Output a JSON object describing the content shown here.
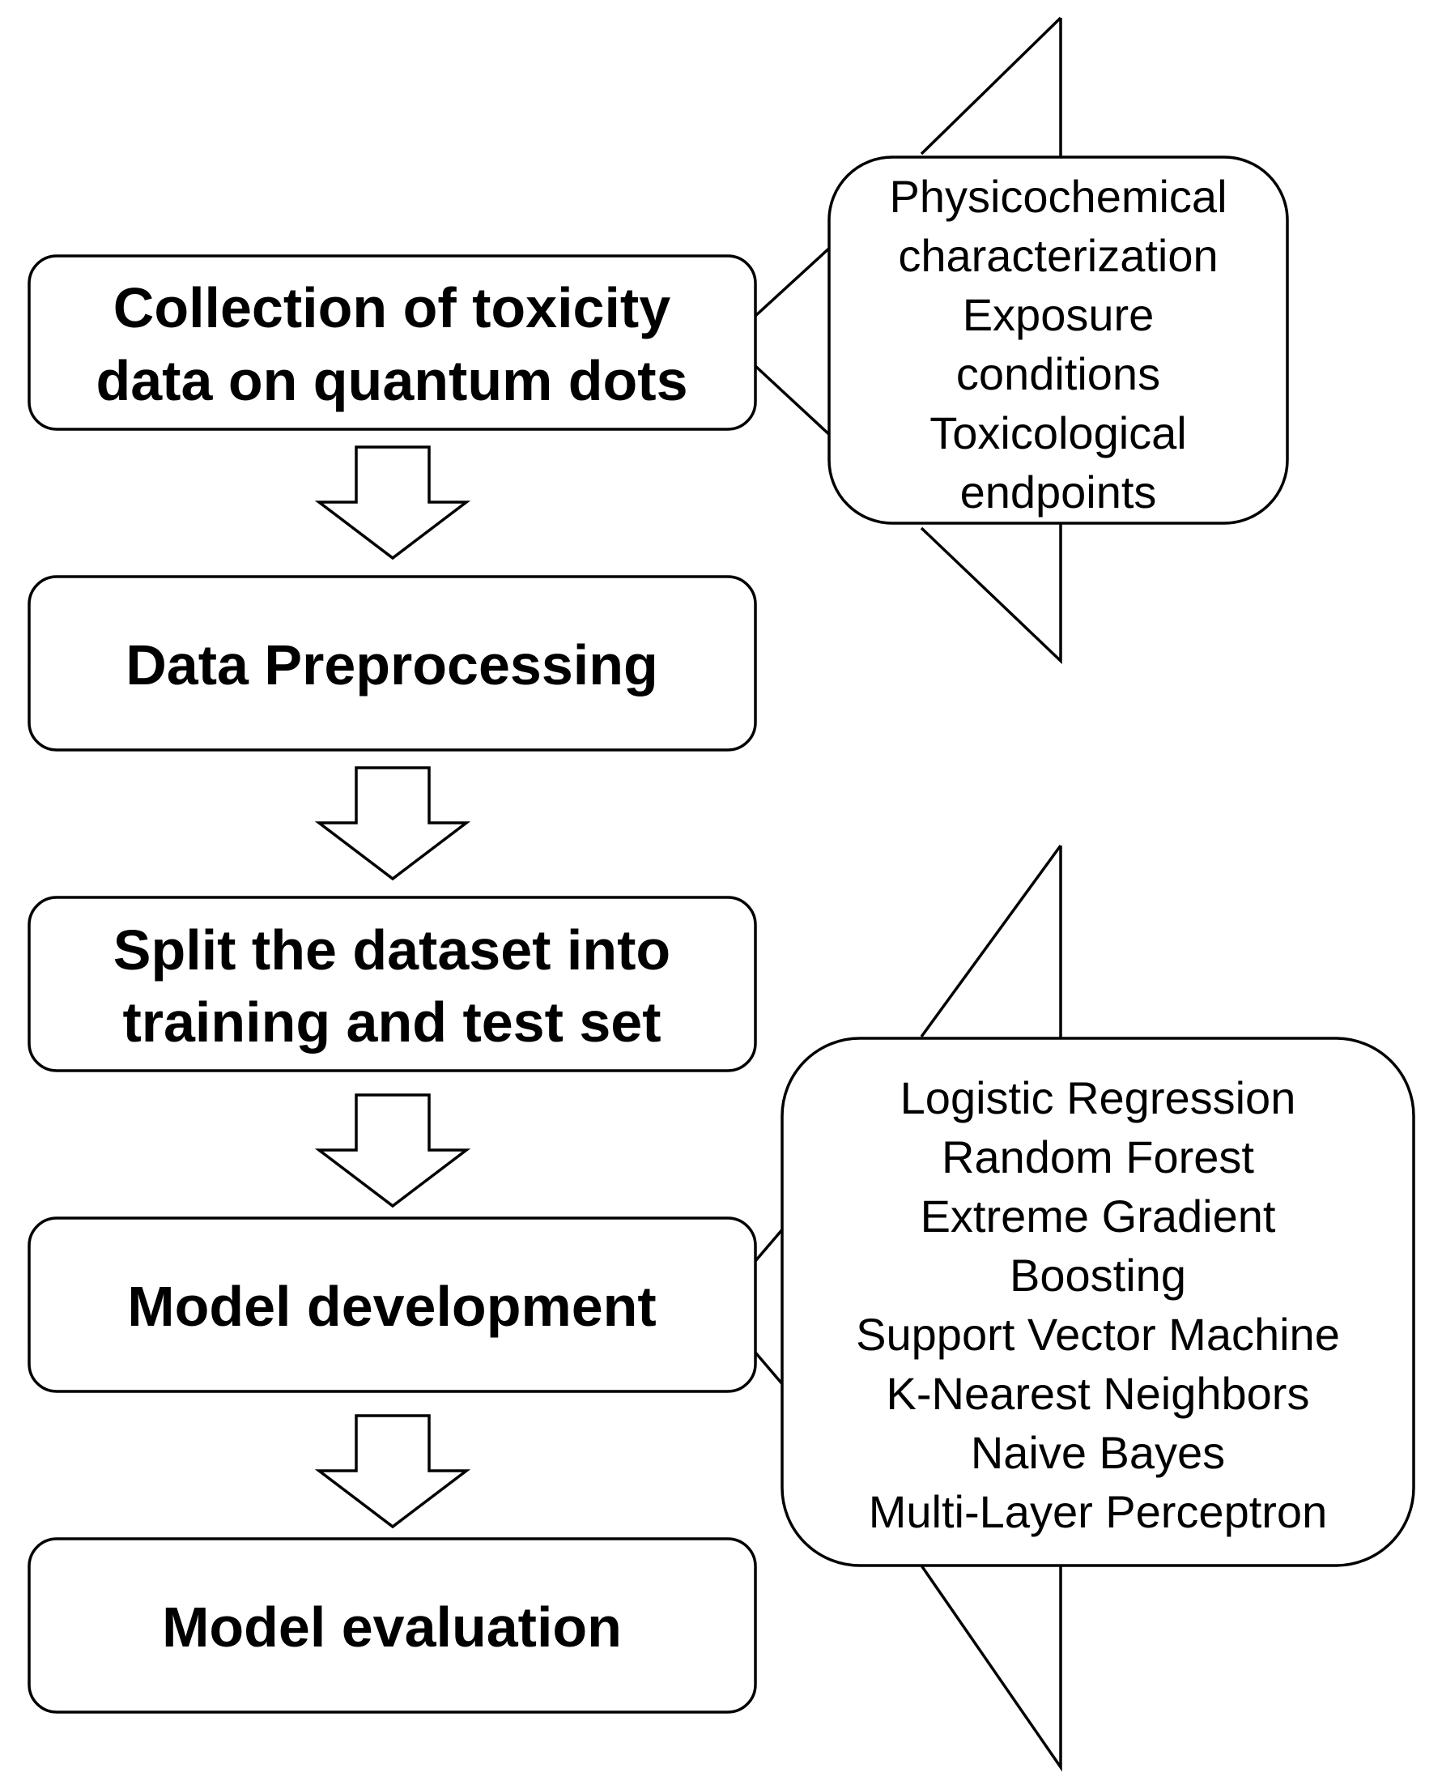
{
  "steps": [
    {
      "lines": [
        "Collection of toxicity",
        "data on quantum dots"
      ]
    },
    {
      "lines": [
        "Data Preprocessing"
      ]
    },
    {
      "lines": [
        "Split the dataset into",
        "training and test set"
      ]
    },
    {
      "lines": [
        "Model development"
      ]
    },
    {
      "lines": [
        "Model evaluation"
      ]
    }
  ],
  "callouts": [
    {
      "attached_to_step": 0,
      "items": [
        "Physicochemical",
        "characterization",
        "Exposure",
        "conditions",
        "Toxicological",
        "endpoints"
      ]
    },
    {
      "attached_to_step": 3,
      "items": [
        "Logistic Regression",
        "Random Forest",
        "Extreme Gradient",
        "Boosting",
        "Support Vector Machine",
        "K-Nearest Neighbors",
        "Naive Bayes",
        "Multi-Layer Perceptron"
      ]
    }
  ],
  "colors": {
    "stroke": "#000000",
    "fill": "#ffffff",
    "text": "#000000"
  }
}
